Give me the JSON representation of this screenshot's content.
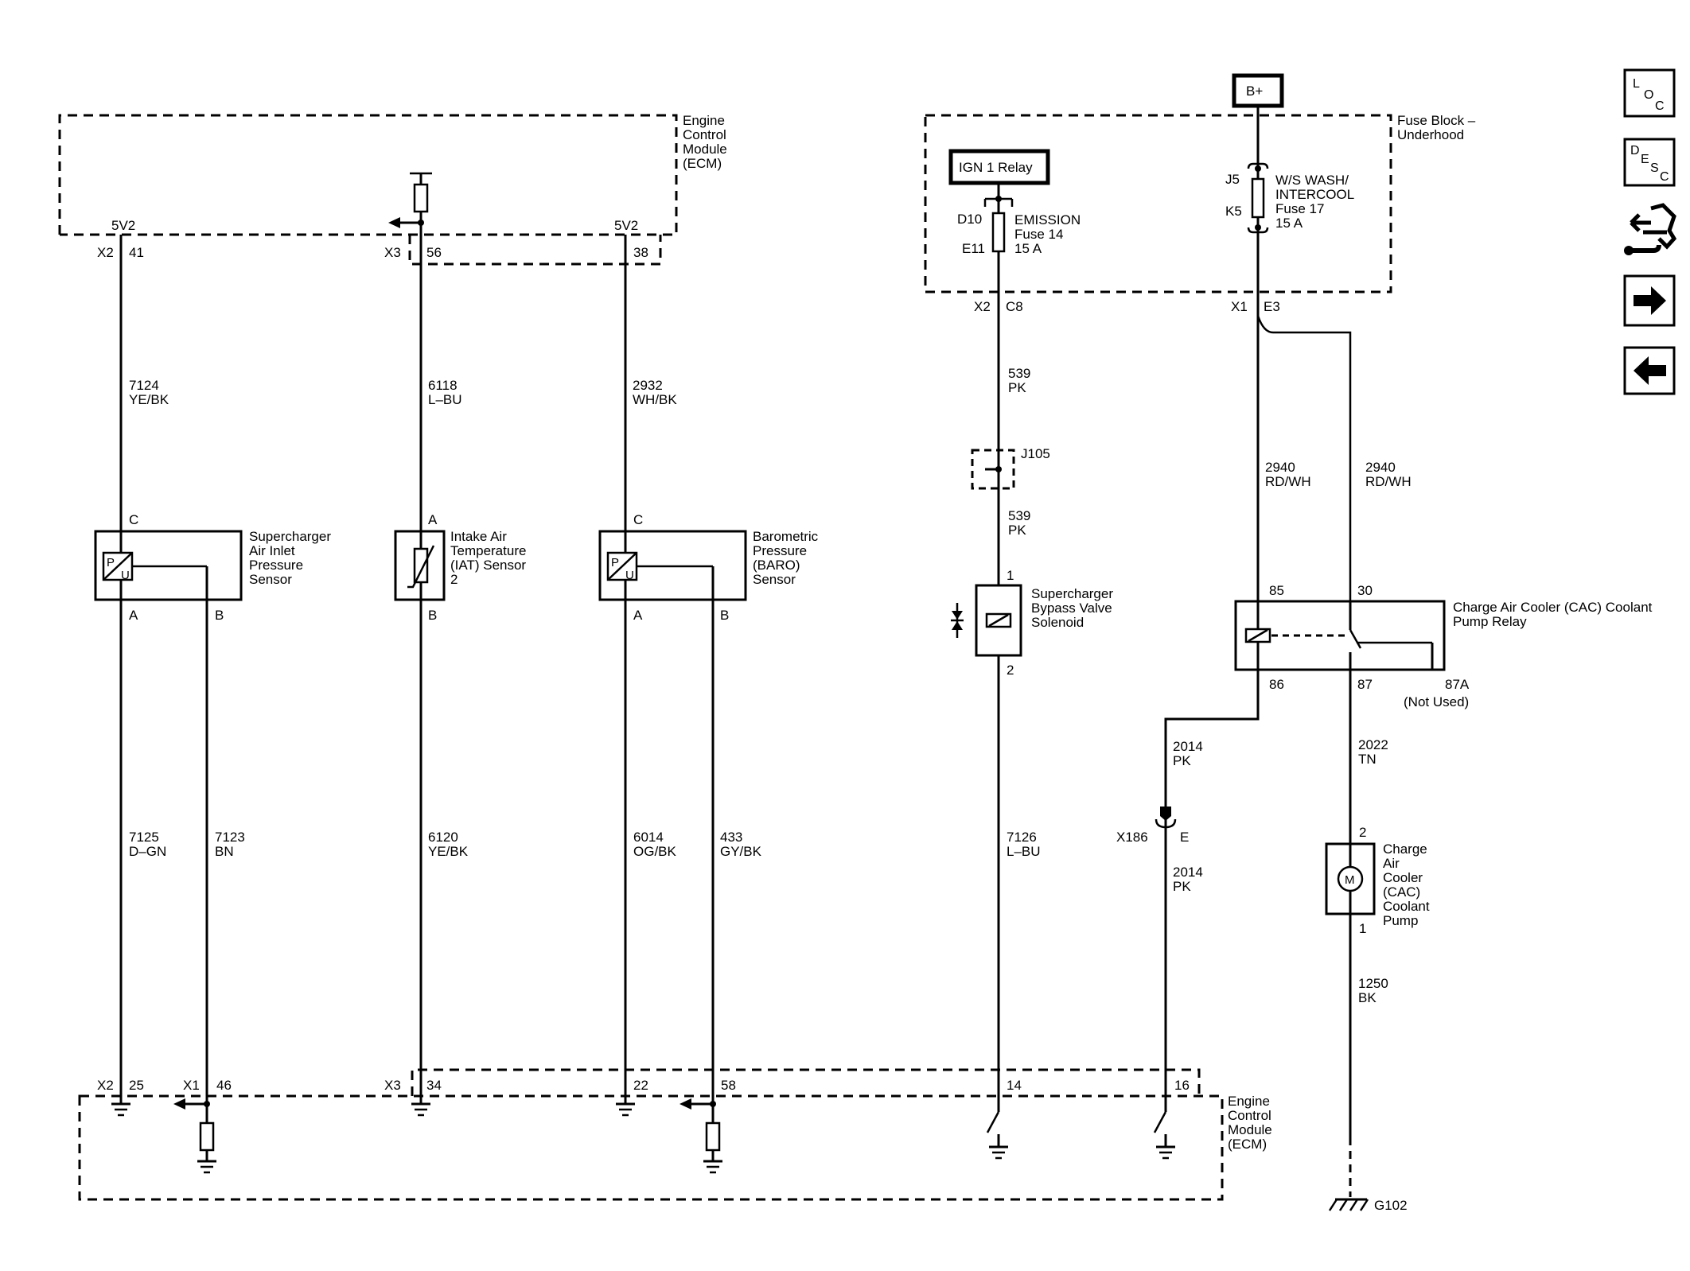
{
  "modules": {
    "ecm_top": [
      "Engine",
      "Control",
      "Module",
      "(ECM)"
    ],
    "ecm_bottom": [
      "Engine",
      "Control",
      "Module",
      "(ECM)"
    ],
    "fuse_block": [
      "Fuse Block –",
      "Underhood"
    ]
  },
  "power": {
    "b_plus": "B+",
    "ign_relay": "IGN 1 Relay"
  },
  "fuses": {
    "emission": {
      "top_pin": "D10",
      "bottom_pin": "E11",
      "lines": [
        "EMISSION",
        "Fuse 14",
        "15 A"
      ]
    },
    "ws_wash": {
      "top_pin": "J5",
      "bottom_pin": "K5",
      "lines": [
        "W/S WASH/",
        "INTERCOOL",
        "Fuse 17",
        "15 A"
      ]
    }
  },
  "ecm_top_pins": {
    "p41": {
      "conn": "X2",
      "pin": "41",
      "ref": "5V2"
    },
    "p56": {
      "conn": "X3",
      "pin": "56"
    },
    "p38": {
      "pin": "38",
      "ref": "5V2"
    }
  },
  "fuse_block_pins": {
    "c8": {
      "conn": "X2",
      "pin": "C8"
    },
    "e3": {
      "conn": "X1",
      "pin": "E3"
    }
  },
  "wires": {
    "w7124": {
      "num": "7124",
      "color": "YE/BK"
    },
    "w6118": {
      "num": "6118",
      "color": "L–BU"
    },
    "w2932": {
      "num": "2932",
      "color": "WH/BK"
    },
    "w539a": {
      "num": "539",
      "color": "PK"
    },
    "w539b": {
      "num": "539",
      "color": "PK"
    },
    "w2940a": {
      "num": "2940",
      "color": "RD/WH"
    },
    "w2940b": {
      "num": "2940",
      "color": "RD/WH"
    },
    "w2014a": {
      "num": "2014",
      "color": "PK"
    },
    "w2014b": {
      "num": "2014",
      "color": "PK"
    },
    "w2022": {
      "num": "2022",
      "color": "TN"
    },
    "w1250": {
      "num": "1250",
      "color": "BK"
    },
    "w7125": {
      "num": "7125",
      "color": "D–GN"
    },
    "w7123": {
      "num": "7123",
      "color": "BN"
    },
    "w6120": {
      "num": "6120",
      "color": "YE/BK"
    },
    "w6014": {
      "num": "6014",
      "color": "OG/BK"
    },
    "w433": {
      "num": "433",
      "color": "GY/BK"
    },
    "w7126": {
      "num": "7126",
      "color": "L–BU"
    }
  },
  "splice": {
    "j105": "J105"
  },
  "connector_x186": {
    "name": "X186",
    "pin": "E"
  },
  "components": {
    "sc_air_inlet": {
      "lines": [
        "Supercharger",
        "Air Inlet",
        "Pressure",
        "Sensor"
      ],
      "pin_top": "C",
      "pin_a": "A",
      "pin_b": "B",
      "symbol": "P/U"
    },
    "iat": {
      "lines": [
        "Intake Air",
        "Temperature",
        "(IAT) Sensor",
        "2"
      ],
      "pin_top": "A",
      "pin_bottom": "B"
    },
    "baro": {
      "lines": [
        "Barometric",
        "Pressure",
        "(BARO)",
        "Sensor"
      ],
      "pin_top": "C",
      "pin_a": "A",
      "pin_b": "B",
      "symbol": "P/U"
    },
    "bypass_solenoid": {
      "lines": [
        "Supercharger",
        "Bypass Valve",
        "Solenoid"
      ],
      "pin_top": "1",
      "pin_bottom": "2"
    },
    "cac_relay": {
      "lines": [
        "Charge Air Cooler (CAC) Coolant",
        "Pump Relay"
      ],
      "pin_85": "85",
      "pin_30": "30",
      "pin_86": "86",
      "pin_87": "87",
      "pin_87a": "87A",
      "not_used": "(Not Used)"
    },
    "cac_pump": {
      "lines": [
        "Charge",
        "Air",
        "Cooler",
        "(CAC)",
        "Coolant",
        "Pump"
      ],
      "pin_top": "2",
      "pin_bottom": "1",
      "motor": "M"
    }
  },
  "ecm_bottom_pins": {
    "p25": {
      "conn": "X2",
      "pin": "25"
    },
    "p46": {
      "conn": "X1",
      "pin": "46"
    },
    "p34": {
      "conn": "X3",
      "pin": "34"
    },
    "p22": {
      "pin": "22"
    },
    "p58": {
      "pin": "58"
    },
    "p14": {
      "pin": "14"
    },
    "p16": {
      "pin": "16"
    }
  },
  "ground": {
    "g102": "G102"
  },
  "nav_buttons": {
    "loc": [
      "L",
      "O",
      "C"
    ],
    "desc": [
      "D",
      "E",
      "S",
      "C"
    ]
  },
  "icons": [
    "loc-icon",
    "desc-icon",
    "connector-tool-icon",
    "next-arrow-icon",
    "previous-arrow-icon"
  ]
}
